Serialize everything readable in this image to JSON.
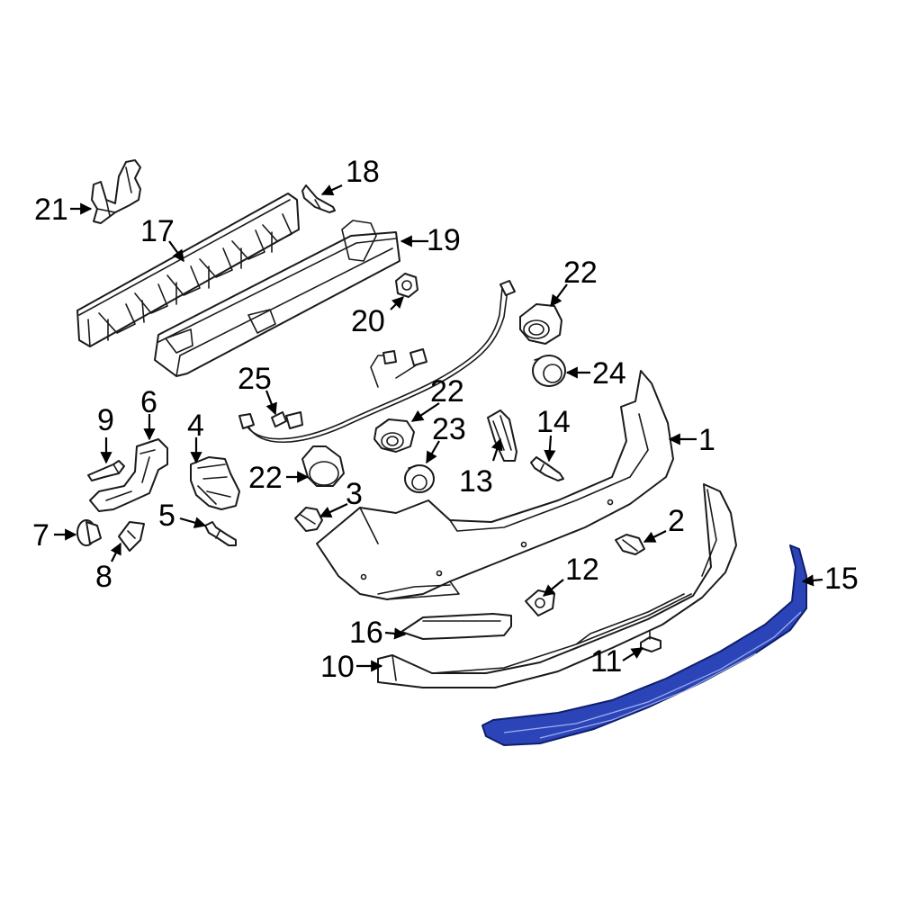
{
  "highlight_color": "#2b45b8",
  "callouts": [
    {
      "id": "c1",
      "label": "1"
    },
    {
      "id": "c2",
      "label": "2"
    },
    {
      "id": "c3",
      "label": "3"
    },
    {
      "id": "c4",
      "label": "4"
    },
    {
      "id": "c5",
      "label": "5"
    },
    {
      "id": "c6",
      "label": "6"
    },
    {
      "id": "c7",
      "label": "7"
    },
    {
      "id": "c8",
      "label": "8"
    },
    {
      "id": "c9",
      "label": "9"
    },
    {
      "id": "c10",
      "label": "10"
    },
    {
      "id": "c11",
      "label": "11"
    },
    {
      "id": "c12",
      "label": "12"
    },
    {
      "id": "c13",
      "label": "13"
    },
    {
      "id": "c14",
      "label": "14"
    },
    {
      "id": "c15",
      "label": "15"
    },
    {
      "id": "c16",
      "label": "16"
    },
    {
      "id": "c17",
      "label": "17"
    },
    {
      "id": "c18",
      "label": "18"
    },
    {
      "id": "c19",
      "label": "19"
    },
    {
      "id": "c20",
      "label": "20"
    },
    {
      "id": "c21",
      "label": "21"
    },
    {
      "id": "c22a",
      "label": "22"
    },
    {
      "id": "c22b",
      "label": "22"
    },
    {
      "id": "c22c",
      "label": "22"
    },
    {
      "id": "c23",
      "label": "23"
    },
    {
      "id": "c24",
      "label": "24"
    },
    {
      "id": "c25",
      "label": "25"
    }
  ]
}
